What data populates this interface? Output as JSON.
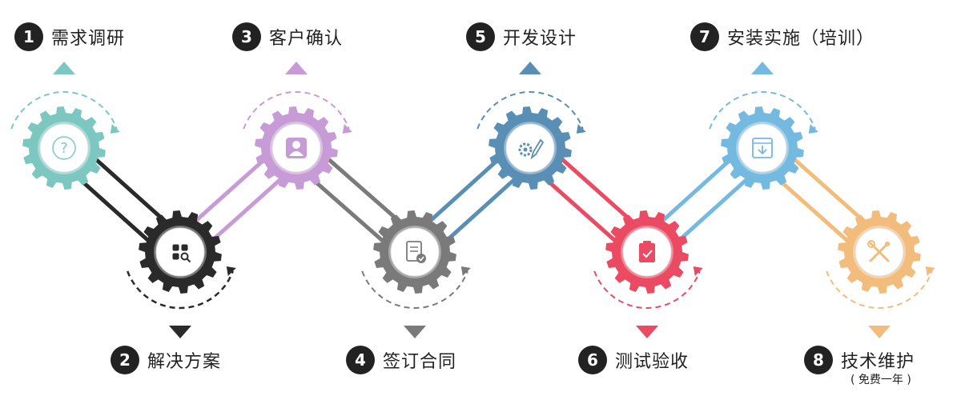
{
  "steps": [
    {
      "num": "1",
      "title": "需求调研",
      "color": "#7cc8c0",
      "icon": "question-icon"
    },
    {
      "num": "2",
      "title": "解决方案",
      "color": "#2a2a2a",
      "icon": "grid-search-icon"
    },
    {
      "num": "3",
      "title": "客户确认",
      "color": "#c79bd6",
      "icon": "person-icon"
    },
    {
      "num": "4",
      "title": "签订合同",
      "color": "#7a7a7a",
      "icon": "document-check-icon"
    },
    {
      "num": "5",
      "title": "开发设计",
      "color": "#5a8fb5",
      "icon": "gear-pencil-icon"
    },
    {
      "num": "6",
      "title": "测试验收",
      "color": "#ea4a62",
      "icon": "clipboard-check-icon"
    },
    {
      "num": "7",
      "title": "安装实施（培训）",
      "color": "#74b9e0",
      "icon": "download-box-icon"
    },
    {
      "num": "8",
      "title": "技术维护",
      "subtitle": "( 免费一年 )",
      "color": "#f2bc7c",
      "icon": "tools-icon"
    }
  ]
}
